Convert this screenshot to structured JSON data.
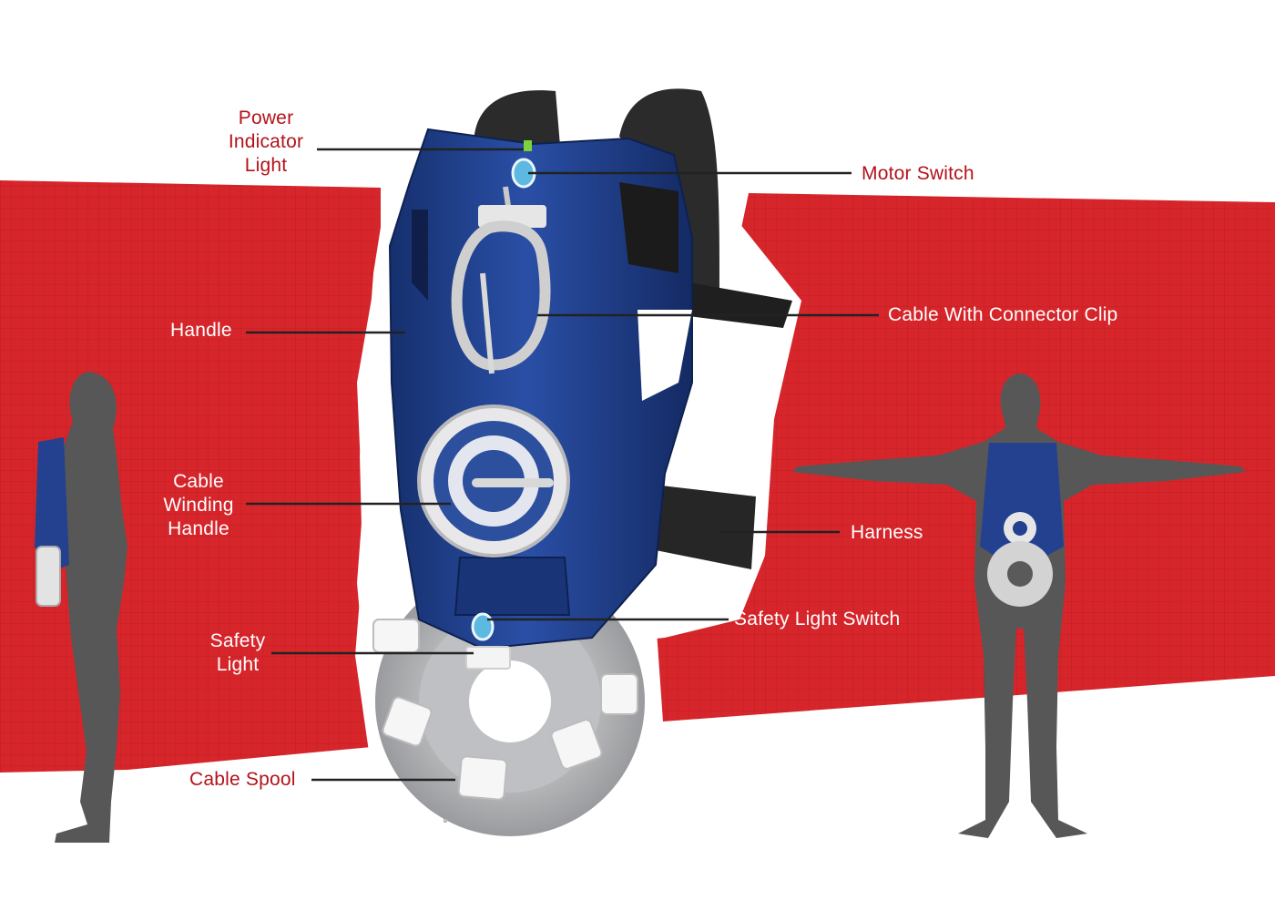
{
  "colors": {
    "accent_red": "#d6262b",
    "label_red": "#b31219",
    "device_blue": "#1f3f8a",
    "silhouette_gray": "#5a5a5a"
  },
  "callouts": {
    "power_indicator": [
      "Power",
      "Indicator",
      "Light"
    ],
    "motor_switch": "Motor Switch",
    "handle": "Handle",
    "cable_connector": "Cable With Connector Clip",
    "winding_handle": [
      "Cable",
      "Winding",
      "Handle"
    ],
    "harness": "Harness",
    "safety_light_switch": "Safety Light Switch",
    "safety_light": [
      "Safety",
      "Light"
    ],
    "cable_spool": "Cable Spool"
  },
  "icons": {
    "side_figure": "person-side-silhouette",
    "front_figure": "person-front-silhouette",
    "device": "backpack-device"
  }
}
